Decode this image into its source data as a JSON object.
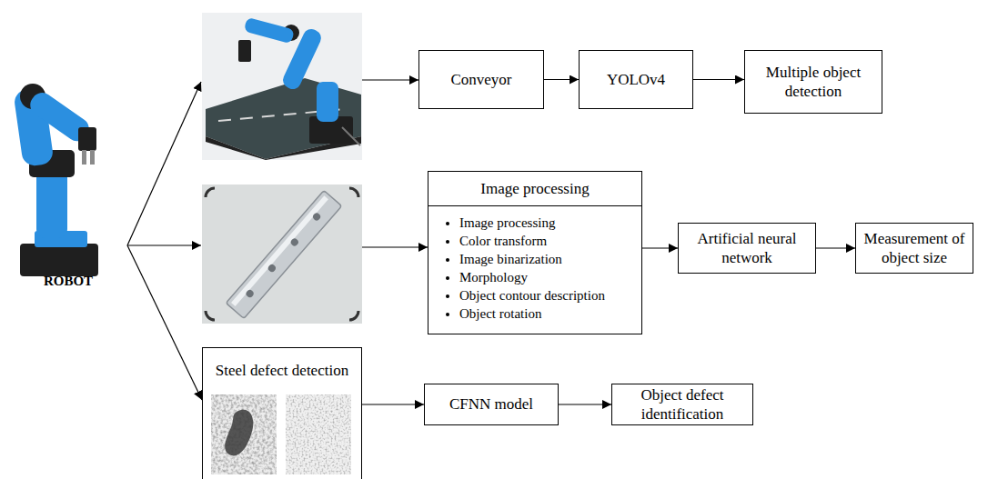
{
  "diagram": {
    "nodes": [
      {
        "text": [
          "ROBOT"
        ]
      },
      {
        "text": [
          "Conveyor"
        ]
      },
      {
        "text": [
          "YOLOv4"
        ]
      },
      {
        "text": [
          "Multiple object detection"
        ]
      },
      {
        "text": [
          "Image processing",
          "Image processing",
          "Color transform",
          "Image binarization",
          "Morphology",
          "Object contour description",
          "Object rotation"
        ]
      },
      {
        "text": [
          "Artificial neural network"
        ]
      },
      {
        "text": [
          "Measurement of object size"
        ]
      },
      {
        "text": [
          "Steel defect detection"
        ]
      },
      {
        "text": [
          "CFNN model"
        ]
      },
      {
        "text": [
          "Object defect identification"
        ]
      }
    ],
    "edges": [
      {
        "from": 1,
        "to": 2,
        "arrow": "to"
      },
      {
        "from": 2,
        "to": 3,
        "arrow": "to"
      },
      {
        "from": 4,
        "to": 5,
        "arrow": "to"
      },
      {
        "from": 5,
        "to": 6,
        "arrow": "to"
      },
      {
        "from": 0,
        "to": 7,
        "arrow": "to"
      },
      {
        "from": 7,
        "to": 8,
        "arrow": "to"
      },
      {
        "from": 8,
        "to": 9,
        "arrow": "to"
      }
    ]
  }
}
